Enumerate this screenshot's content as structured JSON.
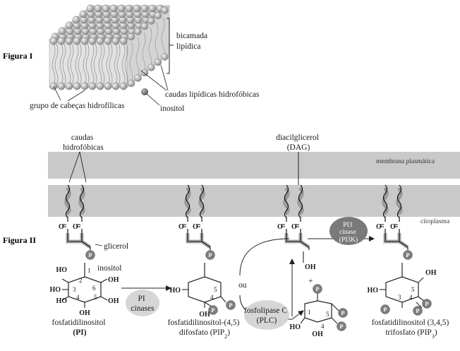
{
  "figure1": {
    "label": "Figura I",
    "bilayer": "bicamada lipídica",
    "tails": "caudas lipídicas hidrofóbicas",
    "inositol": "inositol",
    "heads": "grupo de cabeças hidrofílicas"
  },
  "figure2": {
    "label": "Figura II",
    "tails": "caudas hidrofóbicas",
    "dag": "diacilglicerol (DAG)",
    "membrane": "membrana plasmática",
    "cytoplasm": "citoplasma",
    "glycerol": "glicerol",
    "inositol": "inositol",
    "pi_cinases": "PI cinases",
    "pi_name": "fosfatidilinositol (PI)",
    "pip2_name": "fosfatidilinositol-(4,5) difosfato (PIP2)",
    "or": "ou",
    "plc": "fosfolipase C (PLC)",
    "pi3k": "PI3 cinase (PI3K)",
    "plus": "+",
    "oh": "OH",
    "pip3_name": "fosfatidilinositol (3,4,5) trifosfato (PIP3)",
    "p": "P",
    "ho": "HO",
    "o": "O"
  }
}
